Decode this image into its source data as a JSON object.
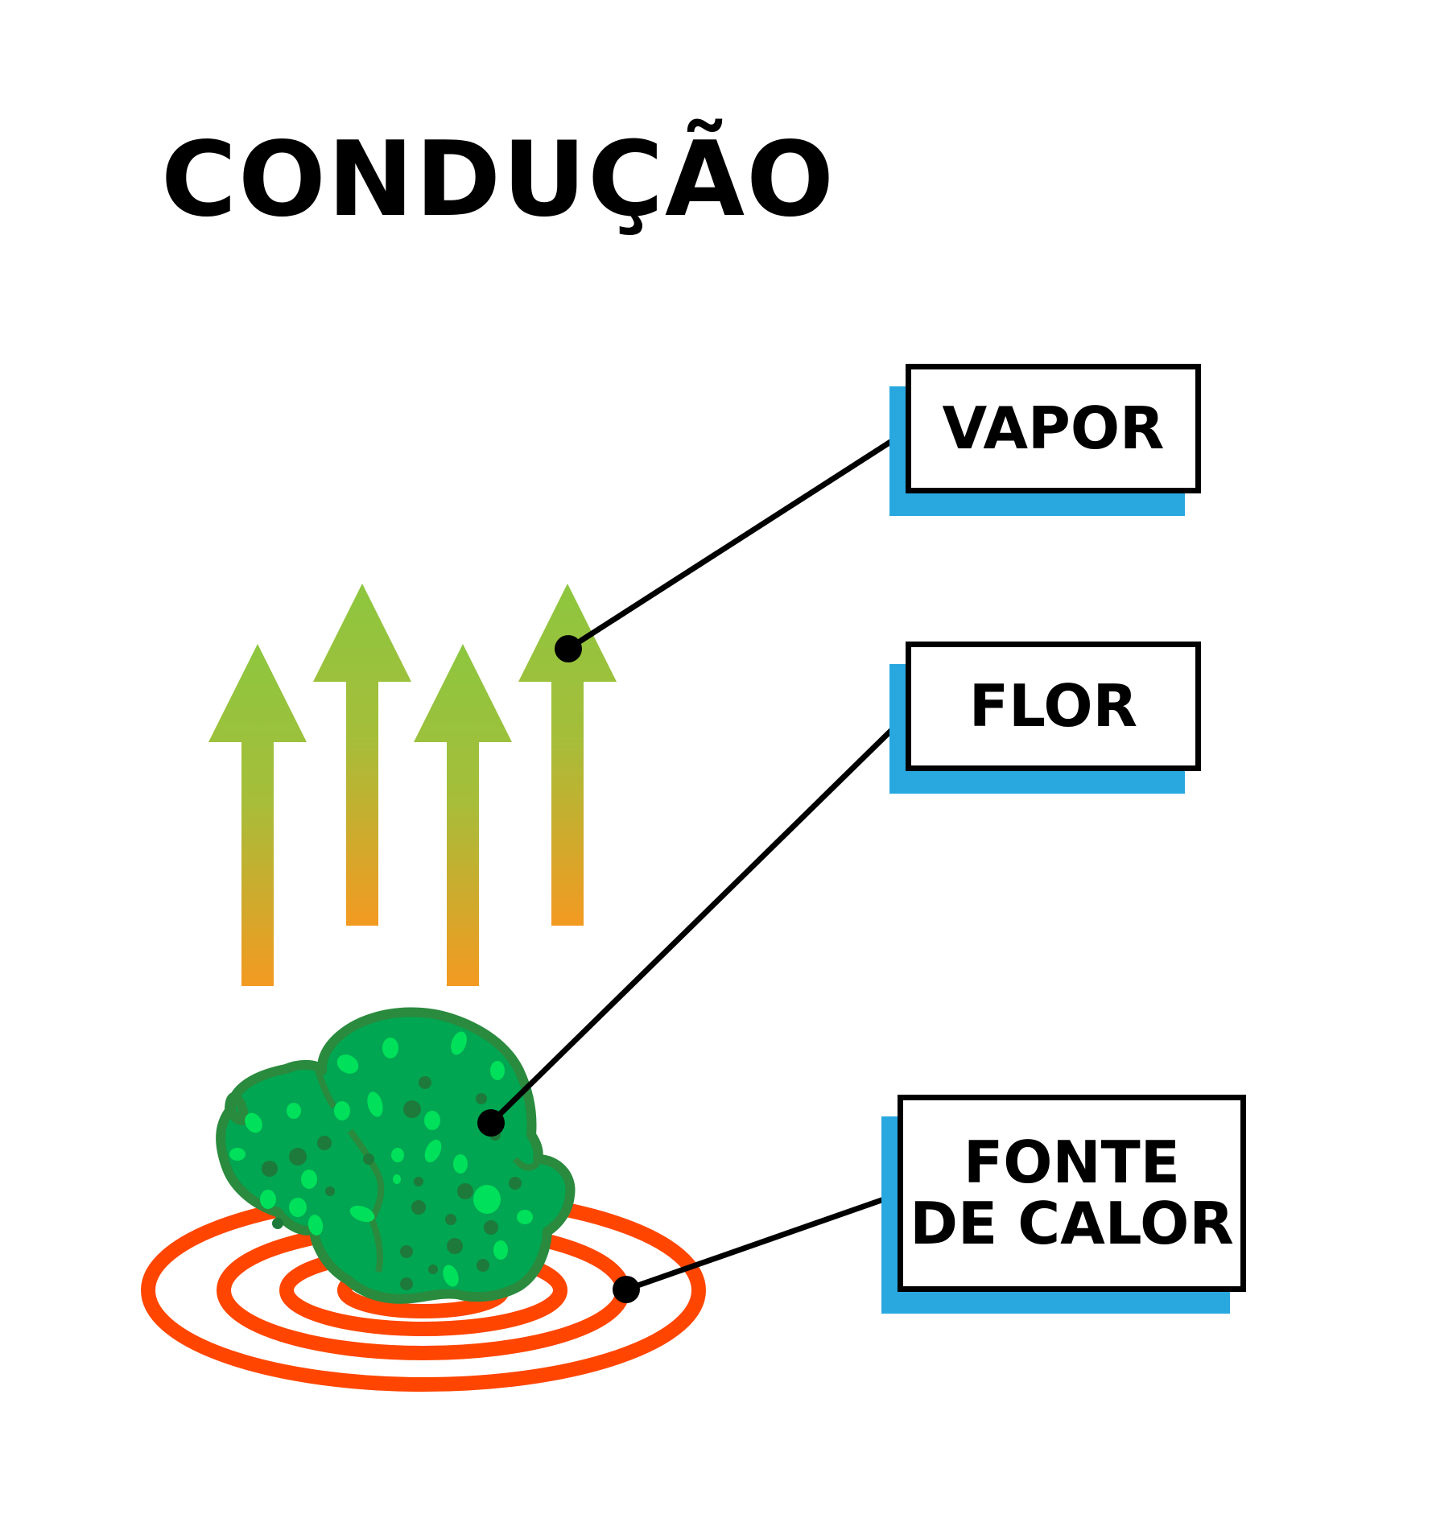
{
  "title": "CONDUÇÃO",
  "labels": {
    "vapor": "VAPOR",
    "flor": "FLOR",
    "fonte_line1": "FONTE",
    "fonte_line2": "DE CALOR"
  },
  "colors": {
    "arrow_top": "#8DC63F",
    "arrow_bottom": "#F39A21",
    "flower_dark": "#2A8A3E",
    "flower_body": "#00A651",
    "flower_spots_light": "#00E05A",
    "flower_spots_dark": "#1E7A3A",
    "heat_rings": "#FF4500",
    "label_shadow": "#29A8E0",
    "line": "#000000"
  }
}
